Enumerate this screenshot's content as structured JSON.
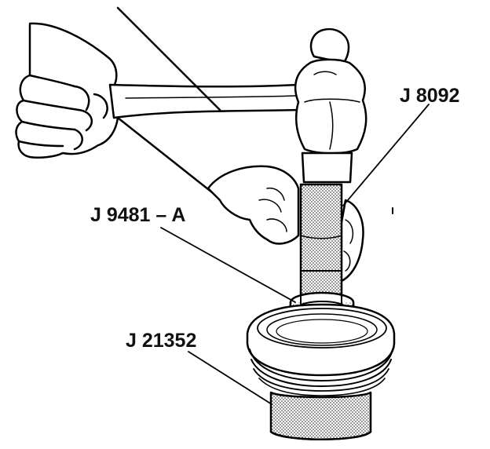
{
  "callouts": {
    "j8092": "J 8092",
    "j9481": "J 9481 – A",
    "j21352": "J 21352"
  }
}
